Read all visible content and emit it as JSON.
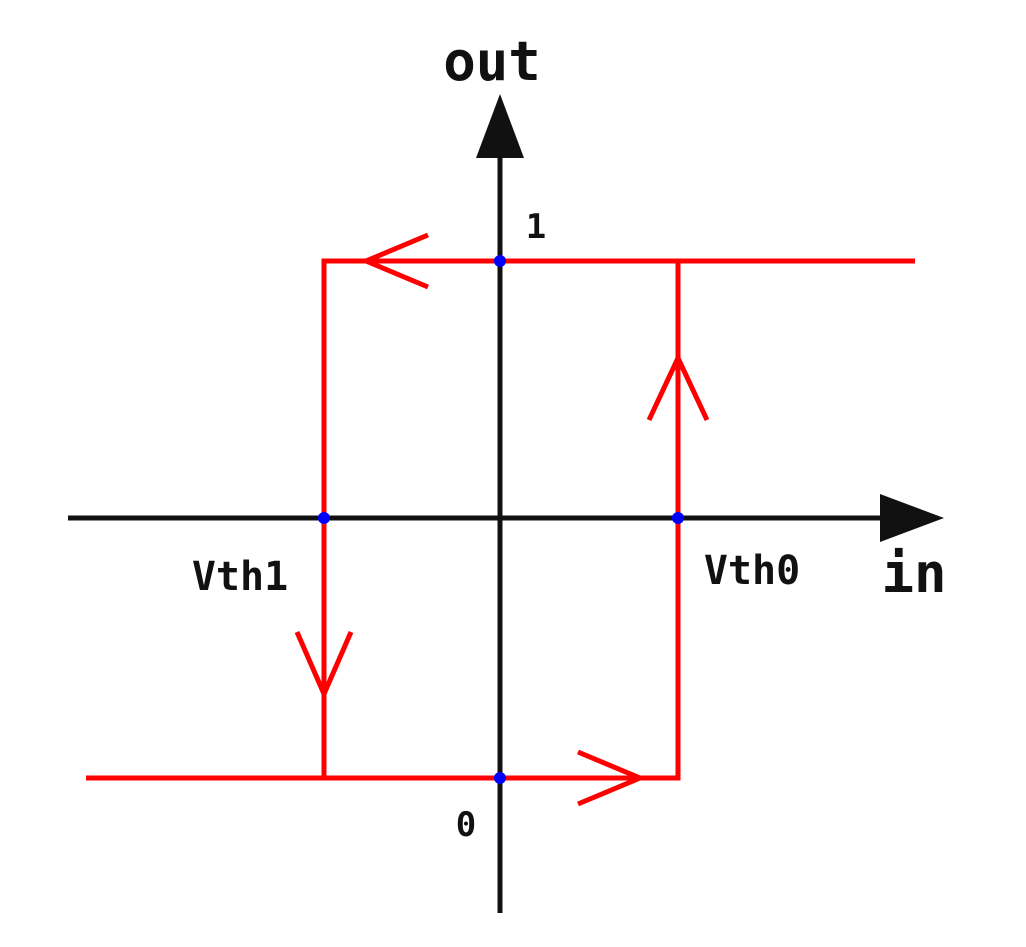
{
  "labels": {
    "y_axis": "out",
    "x_axis": "in",
    "level_high": "1",
    "level_low": "0",
    "threshold_left": "Vth1",
    "threshold_right": "Vth0"
  },
  "colors": {
    "axis": "#111111",
    "curve": "#ff0000",
    "point": "#0000ff",
    "text": "#111111"
  }
}
